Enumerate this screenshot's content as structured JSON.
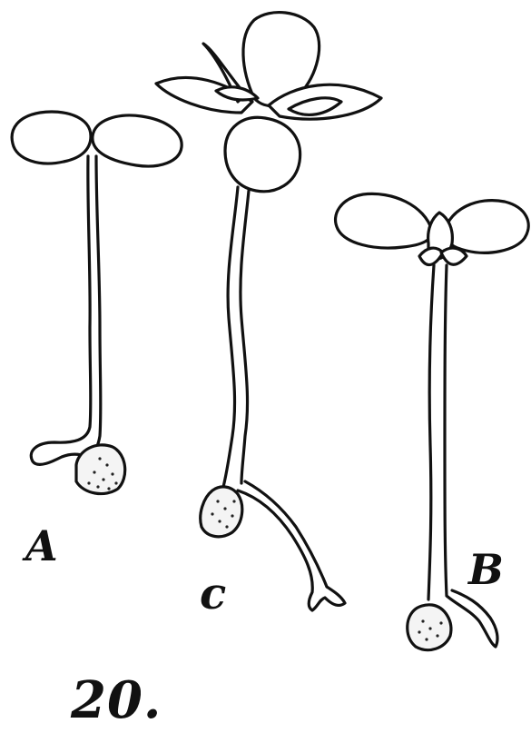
{
  "figure": {
    "number": "20.",
    "seedlings": [
      {
        "label": "A"
      },
      {
        "label": "C"
      },
      {
        "label": "B"
      }
    ]
  }
}
